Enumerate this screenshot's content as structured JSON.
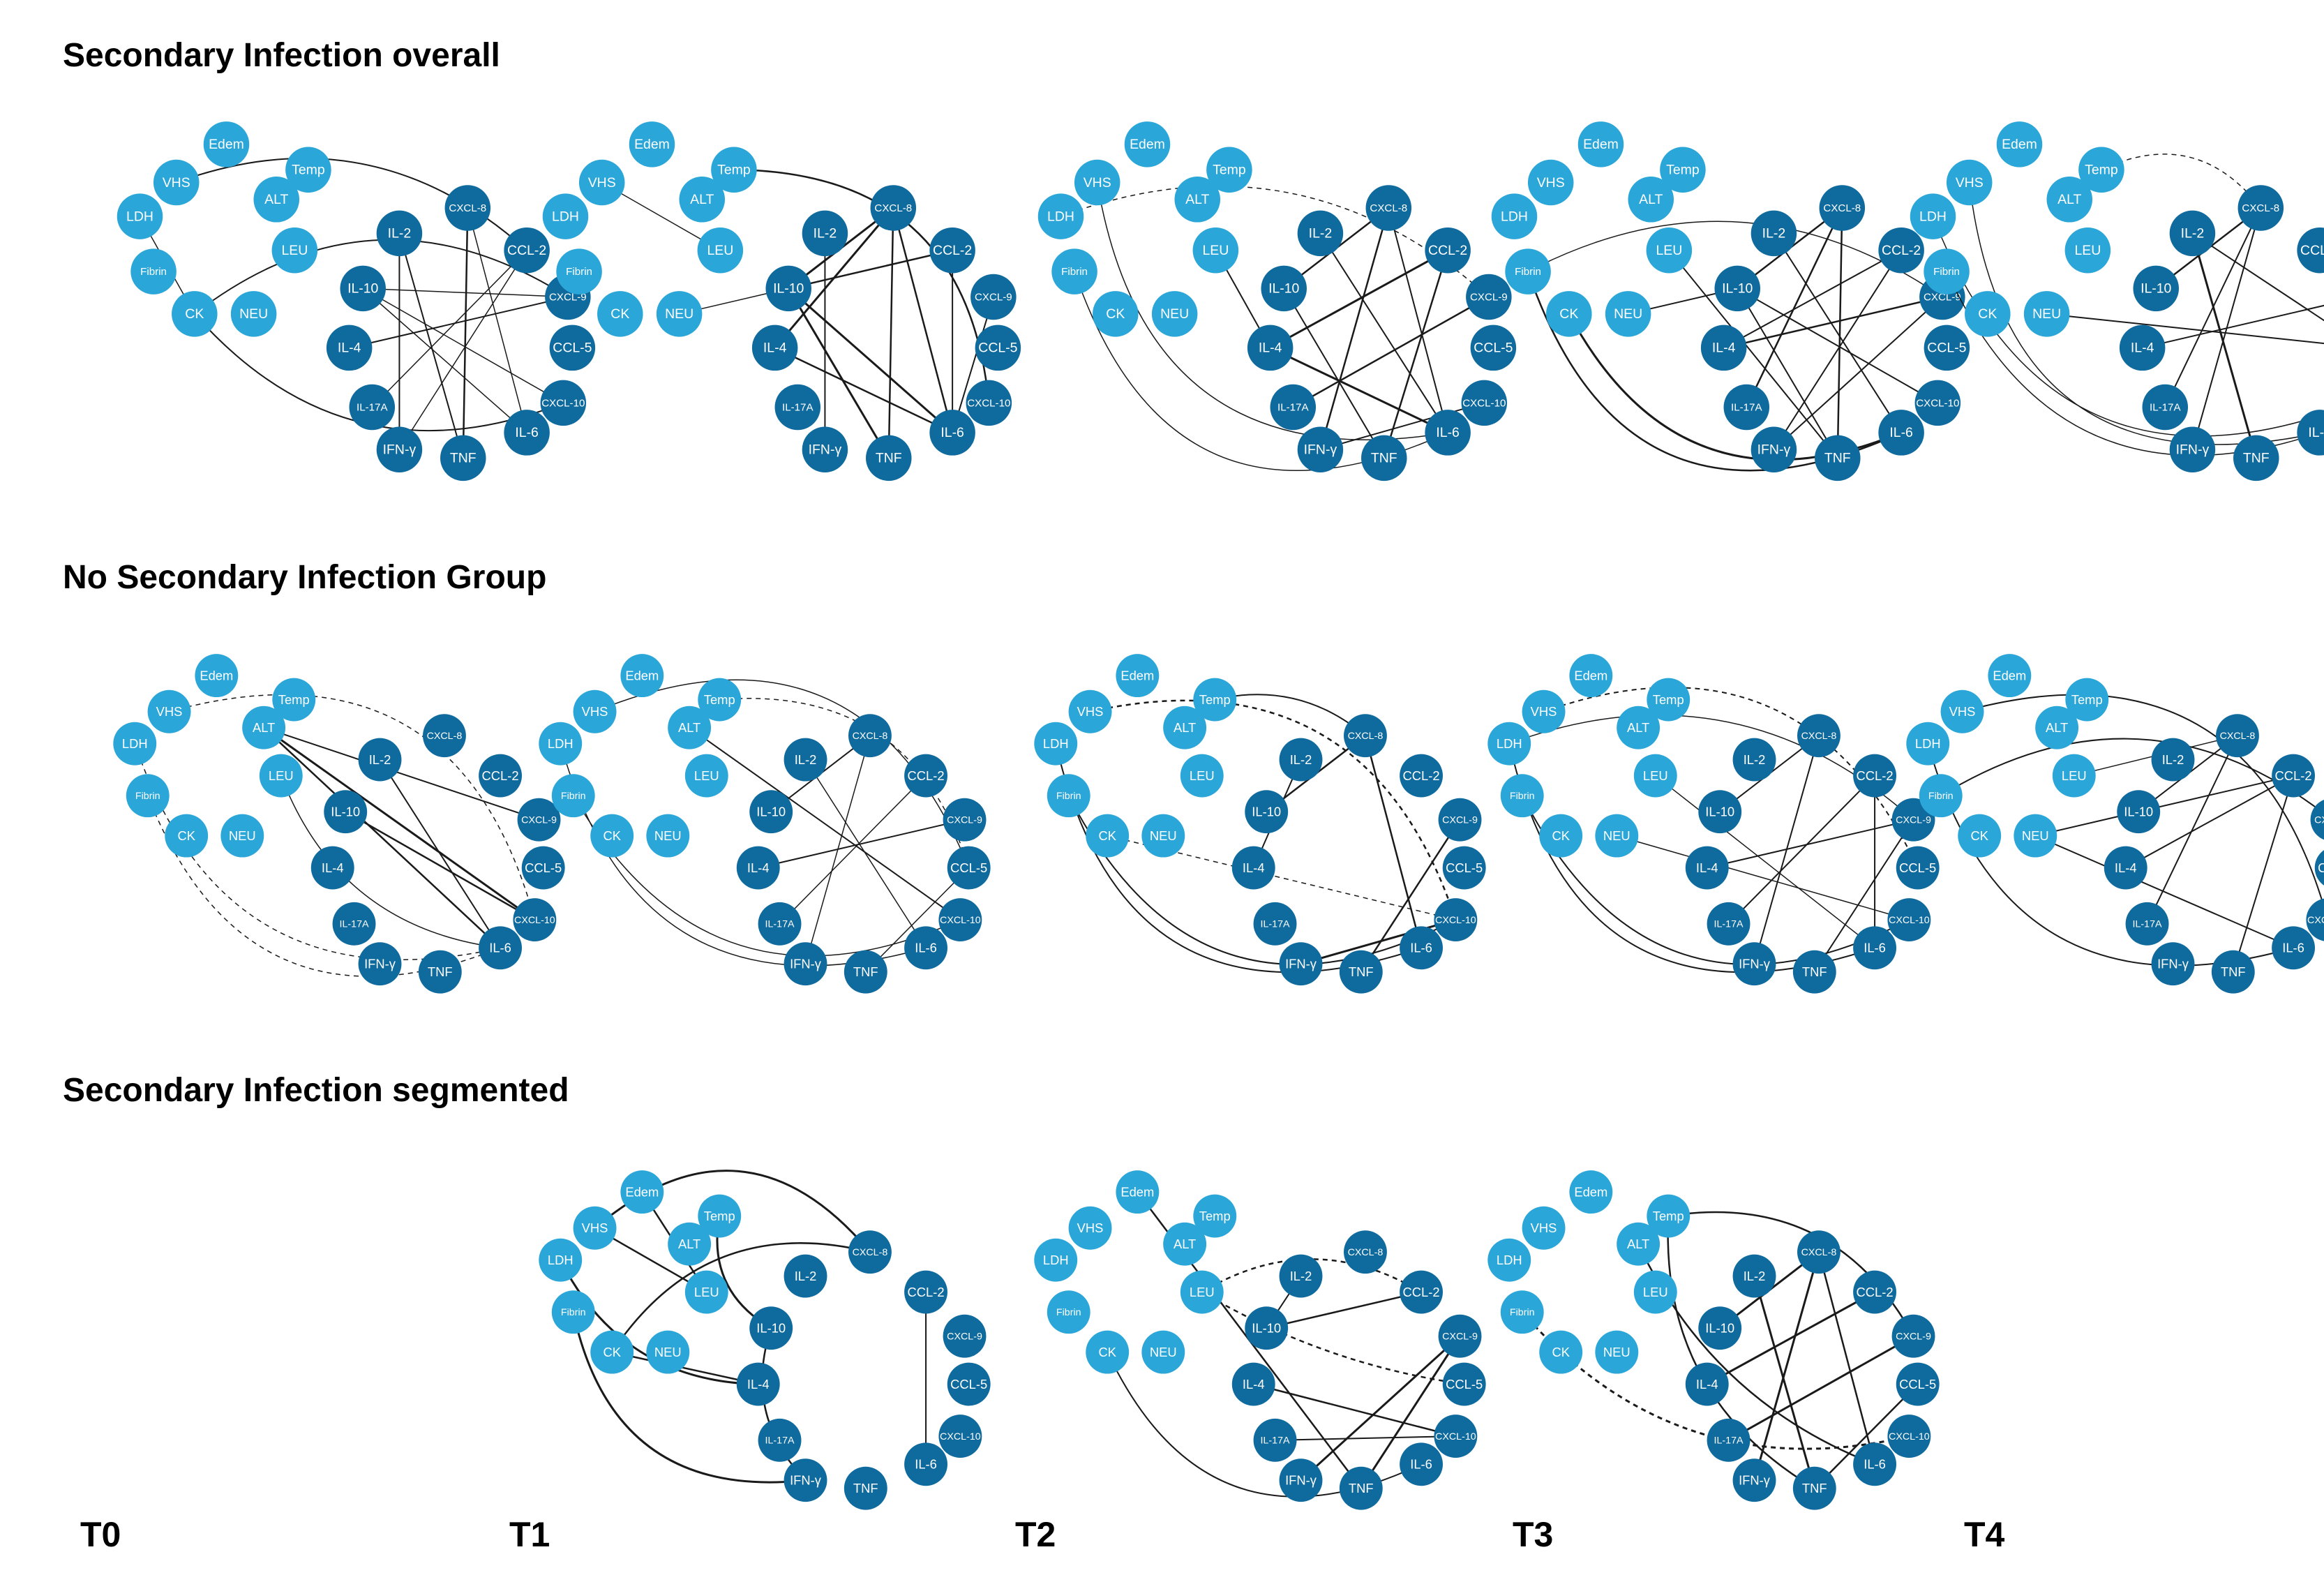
{
  "colors": {
    "clinical_node": "#2ba6d9",
    "cytokine_node": "#0f6a9e",
    "node_text": "#ffffff",
    "edge": "#1a1a1a"
  },
  "node_labels": {
    "clinical": [
      "VHS",
      "Edem",
      "Temp",
      "LDH",
      "ALT",
      "Fibrin",
      "LEU",
      "CK",
      "NEU"
    ],
    "cytokine": [
      "IL-2",
      "CXCL-8",
      "CCL-2",
      "IL-10",
      "CXCL-9",
      "IL-4",
      "CCL-5",
      "IL-17A",
      "CXCL-10",
      "IFN-γ",
      "TNF",
      "IL-6"
    ]
  },
  "sections": [
    {
      "title": "Secondary Infection overall",
      "networks": [
        "T0",
        "T1",
        "T2",
        "T3",
        "T4"
      ]
    },
    {
      "title": "No Secondary Infection Group",
      "networks": [
        "T0",
        "T1",
        "T2",
        "T3",
        "T4"
      ]
    },
    {
      "title": "Secondary Infection segmented",
      "networks": [
        "T1",
        "T2",
        "T3"
      ]
    }
  ],
  "time_points": [
    "T0",
    "T1",
    "T2",
    "T3",
    "T4"
  ]
}
